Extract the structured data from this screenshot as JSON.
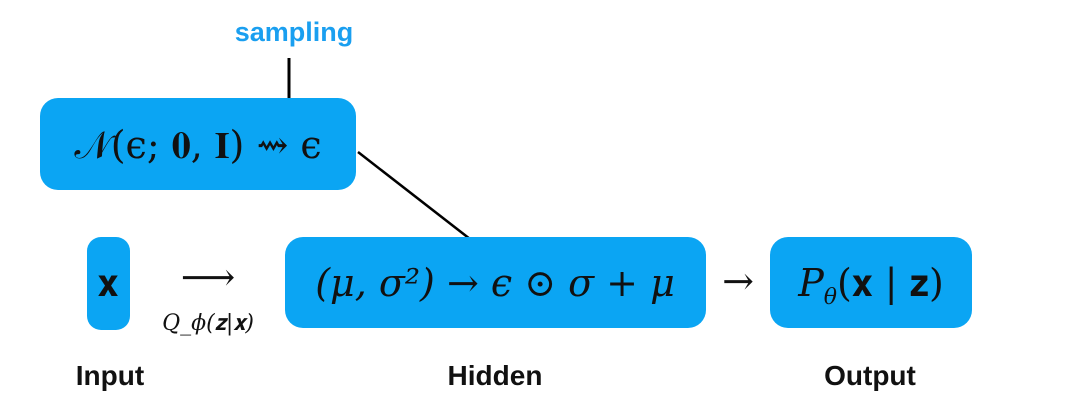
{
  "colors": {
    "box": "#0ba5f3",
    "sampling": "#1a9ff0",
    "arrow": "#000000"
  },
  "sampling_label": "sampling",
  "noise_box": {
    "text": "𝒩(ϵ; 𝟎, 𝐈) ⇝ ϵ"
  },
  "input_box": {
    "text": "𝐱"
  },
  "encoder_arrow": {
    "symbol": "⟶",
    "label": "Q_ϕ(𝐳|𝐱)",
    "label_main": "Q",
    "label_sub": "ϕ",
    "label_rest": "(𝐳|𝐱)"
  },
  "hidden_box": {
    "text": "(μ, σ²) → ϵ ⊙ σ + μ"
  },
  "decoder_arrow": {
    "symbol": "→"
  },
  "output_box": {
    "text": "P",
    "sub": "θ",
    "rest": "(𝐱 | 𝐳)"
  },
  "labels": {
    "input": "Input",
    "hidden": "Hidden",
    "output": "Output"
  }
}
